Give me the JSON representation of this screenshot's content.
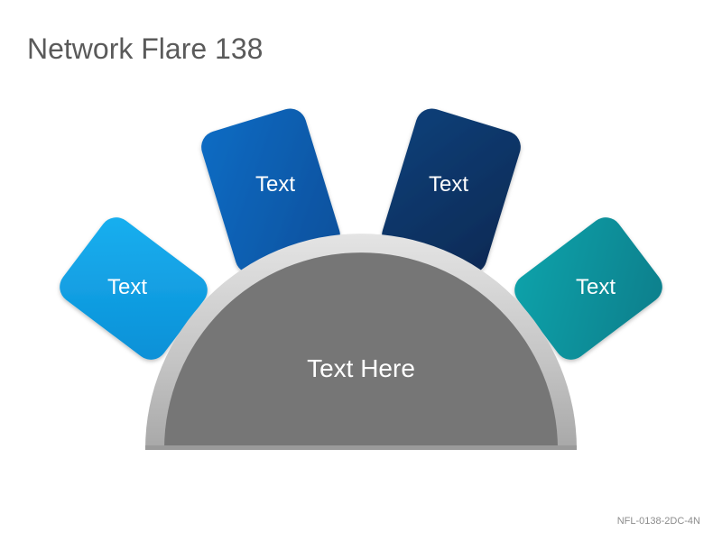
{
  "title": "Network Flare 138",
  "code": "NFL-0138-2DC-4N",
  "center": {
    "label": "Text Here"
  },
  "petals": [
    {
      "label": "Text",
      "color": "#0ea5e9"
    },
    {
      "label": "Text",
      "color": "#0b63b8"
    },
    {
      "label": "Text",
      "color": "#0c3566"
    },
    {
      "label": "Text",
      "color": "#0e96a0"
    }
  ]
}
